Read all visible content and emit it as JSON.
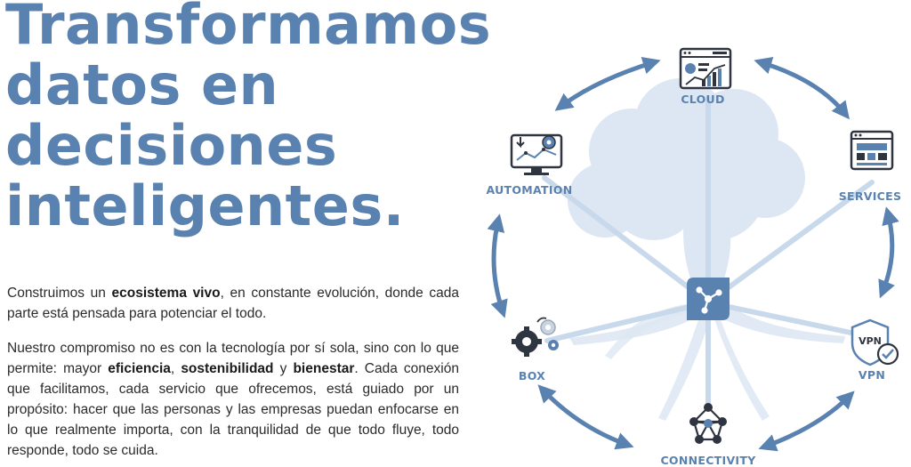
{
  "hero": {
    "line1": "Transformamos",
    "line2": "datos en",
    "line3": "decisiones",
    "line4": "inteligentes."
  },
  "intro": {
    "p1_a": "Construimos un ",
    "p1_b": "ecosistema vivo",
    "p1_c": ", en constante evolución, donde cada parte está pensada para potenciar el todo.",
    "p2_a": "Nuestro compromiso no es con la tecnología por sí sola, sino con lo que permite: mayor ",
    "p2_b": "eficiencia",
    "p2_c": ", ",
    "p2_d": "sostenibilidad",
    "p2_e": " y ",
    "p2_f": "bienestar",
    "p2_g": ". Cada conexión que facilitamos, cada servicio que ofrecemos, está guiado por un propósito: hacer que las personas y las empresas puedan enfocarse en lo que realmente importa, con la tranquilidad de que todo fluye, todo responde, todo se cuida."
  },
  "diagram": {
    "nodes": {
      "cloud": "CLOUD",
      "automation": "AUTOMATION",
      "services": "SERVICES",
      "box": "BOX",
      "vpn": "VPN",
      "connectivity": "CONNECTIVITY"
    },
    "vpn_badge": "VPN",
    "icons": {
      "center": "network-hub-icon",
      "cloud": "dashboard-chart-icon",
      "automation": "monitor-gears-icon",
      "services": "browser-window-icon",
      "box": "gears-icon",
      "vpn": "shield-check-icon",
      "connectivity": "network-nodes-icon"
    }
  },
  "colors": {
    "accent": "#5a82b0",
    "tree": "#dbe6f2",
    "dark": "#2e3440"
  }
}
